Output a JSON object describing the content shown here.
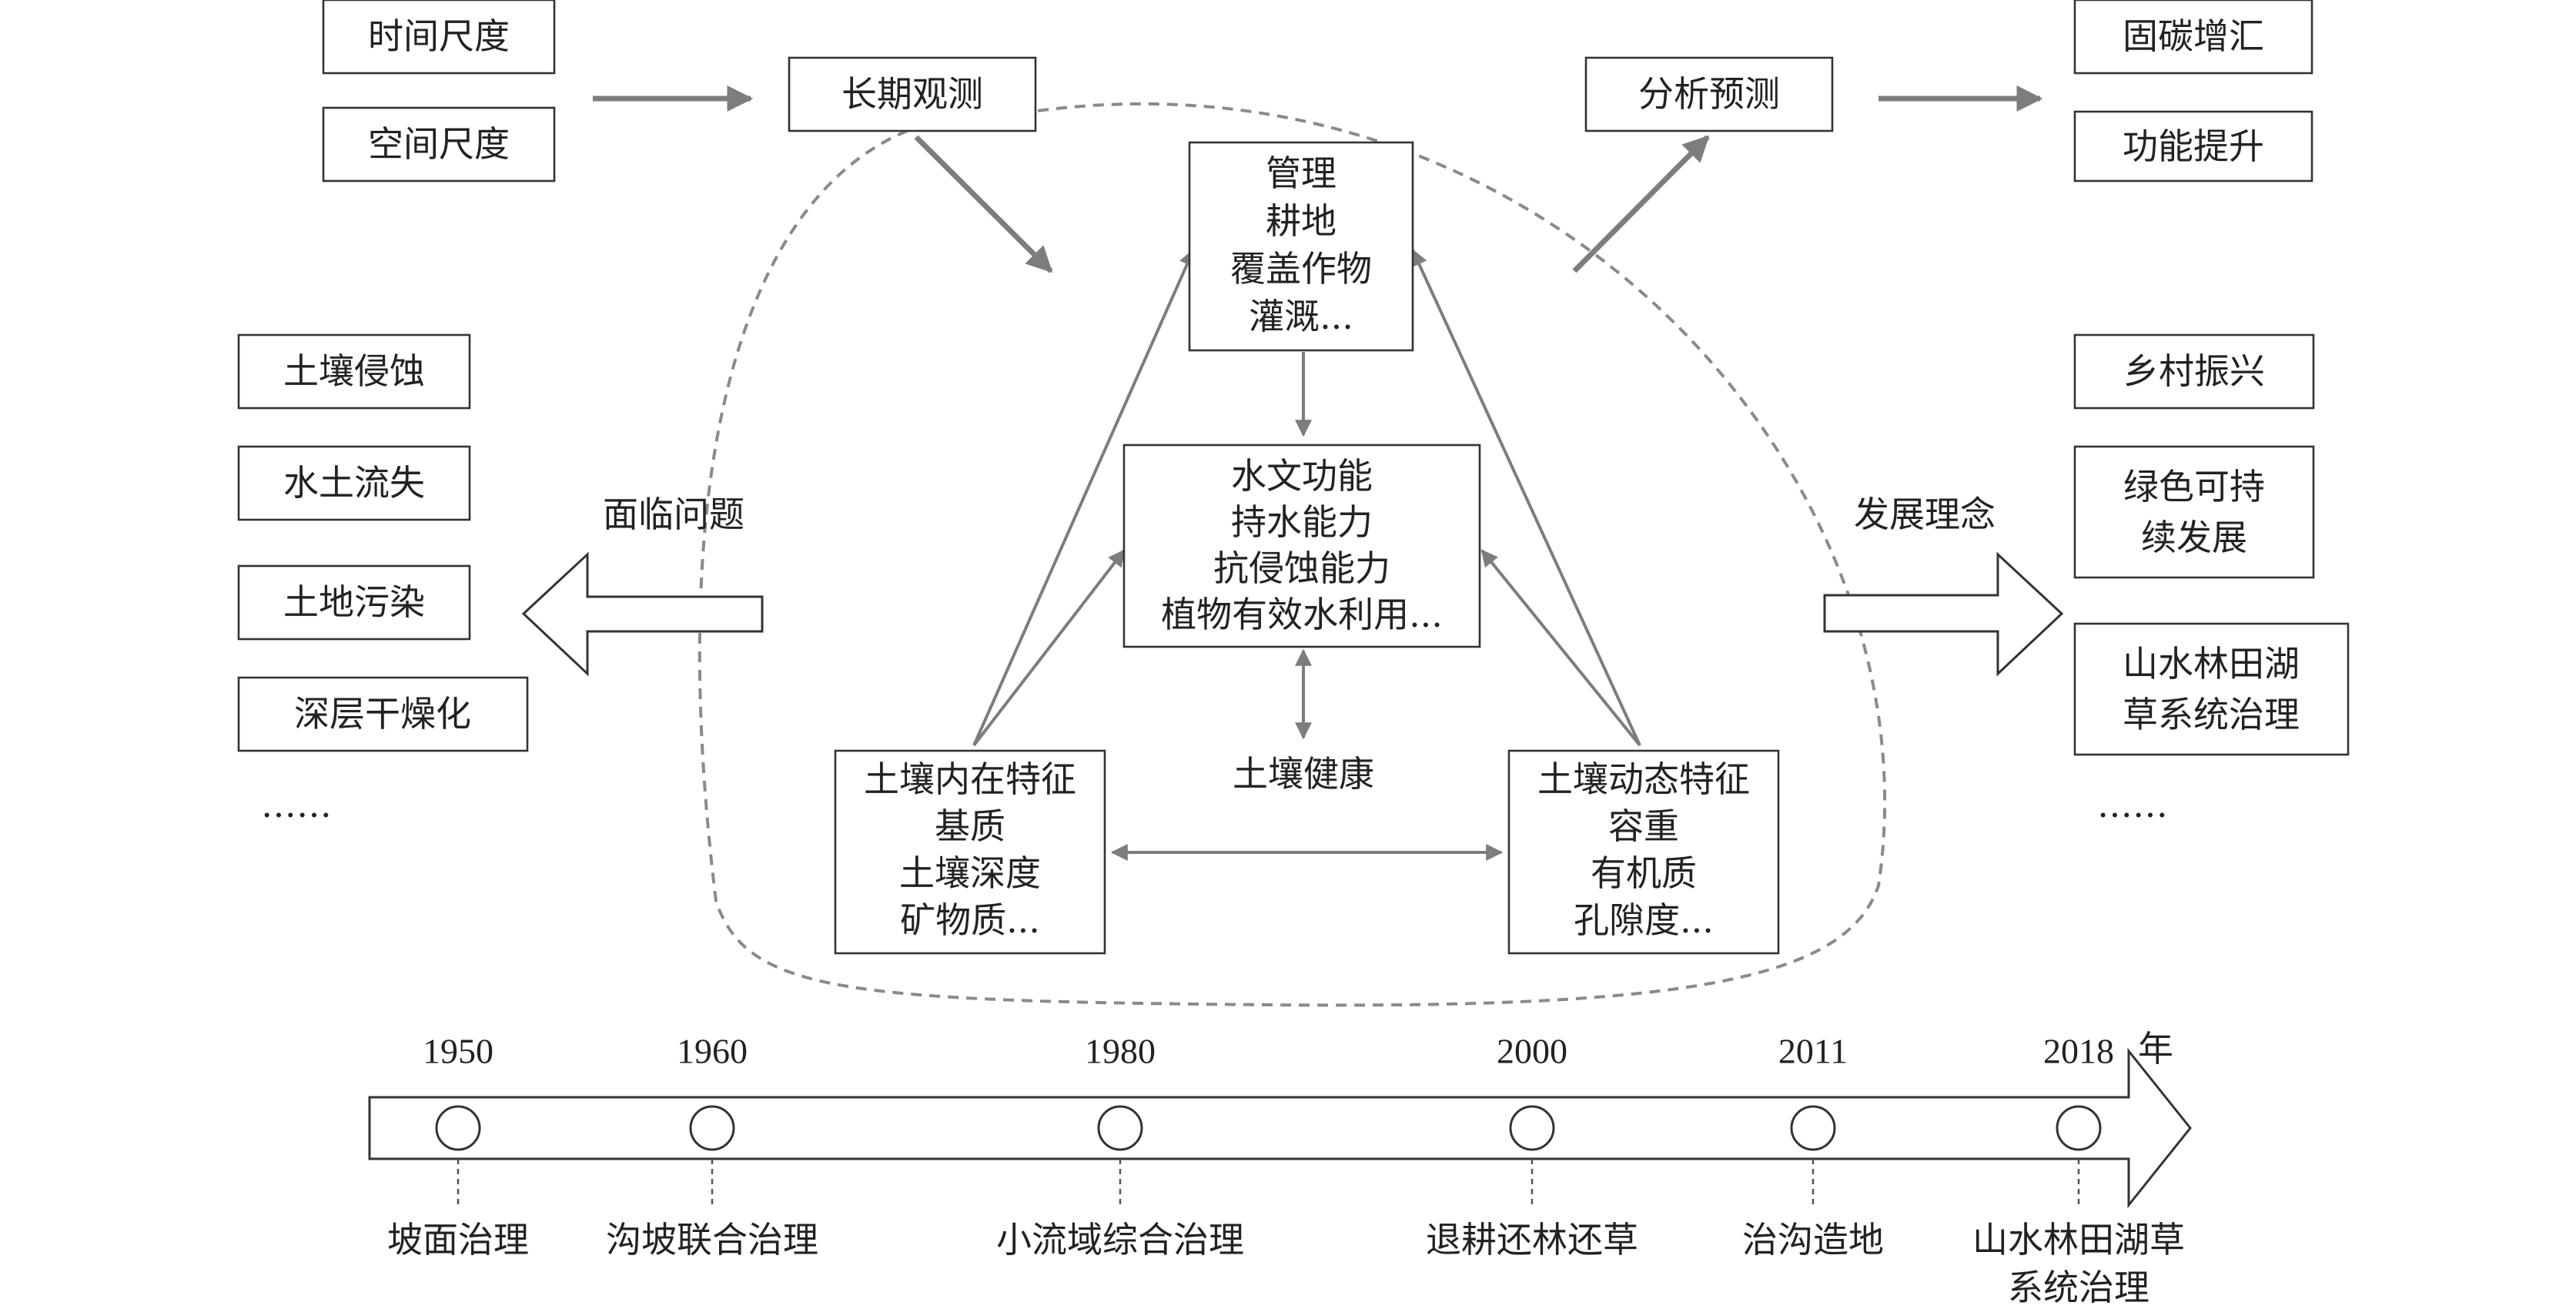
{
  "top_left": {
    "time_scale": "时间尺度",
    "space_scale": "空间尺度"
  },
  "long_term": "长期观测",
  "analysis": "分析预测",
  "top_right": {
    "carbon": "固碳增汇",
    "function_up": "功能提升"
  },
  "management": {
    "lines": [
      "管理",
      "耕地",
      "覆盖作物",
      "灌溉..."
    ]
  },
  "hydro": {
    "lines": [
      "水文功能",
      "持水能力",
      "抗侵蚀能力",
      "植物有效水利用..."
    ]
  },
  "soil_health": "土壤健康",
  "inherent": {
    "lines": [
      "土壤内在特征",
      "基质",
      "土壤深度",
      "矿物质..."
    ]
  },
  "dynamic": {
    "lines": [
      "土壤动态特征",
      "容重",
      "有机质",
      "孔隙度..."
    ]
  },
  "problems": {
    "label": "面临问题",
    "items": [
      "土壤侵蚀",
      "水土流失",
      "土地污染",
      "深层干燥化"
    ],
    "ellipsis": "……"
  },
  "concepts": {
    "label": "发展理念",
    "items": [
      "乡村振兴",
      "绿色可持",
      "续发展",
      "山水林田湖",
      "草系统治理"
    ],
    "ellipsis": "……"
  },
  "timeline": {
    "unit": "年",
    "years": [
      "1950",
      "1960",
      "1980",
      "2000",
      "2011",
      "2018"
    ],
    "stages": [
      "坡面治理",
      "沟坡联合治理",
      "小流域综合治理",
      "退耕还林还草",
      "治沟造地",
      "山水林田湖草"
    ],
    "stage_last_line2": "系统治理"
  }
}
